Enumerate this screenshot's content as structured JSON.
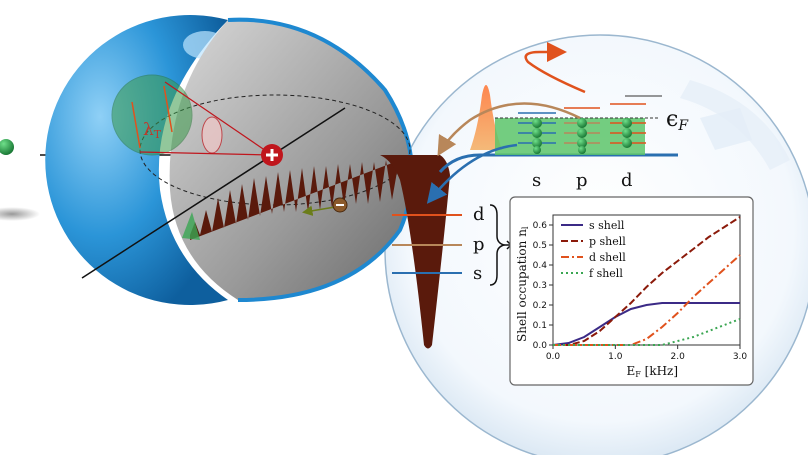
{
  "labels": {
    "lambda": "λ",
    "lambda_sub": "T",
    "fermi": "ϵ",
    "fermi_sub": "F",
    "shell_cols": [
      "s",
      "p",
      "d"
    ],
    "shell_levels": [
      "d",
      "p",
      "s"
    ]
  },
  "colors": {
    "sphere_blue": "#1e88d0",
    "sphere_light": "#7cc4f2",
    "well_brown": "#5a1a0c",
    "green_box": "#5cc46a",
    "orange": "#e0521d",
    "tan": "#b8875a",
    "level_blue": "#2a6fb0",
    "nucleus_red": "#c0161d"
  },
  "chart_data": {
    "type": "line",
    "xlabel": "E",
    "xlabel_sub": "F",
    "xlabel_unit": "[kHz]",
    "ylabel": "Shell occupation n",
    "ylabel_sub": "l",
    "xlim": [
      0,
      3.0
    ],
    "ylim": [
      0,
      0.65
    ],
    "xticks": [
      "0.0",
      "1.0",
      "2.0",
      "3.0"
    ],
    "xtick_values": [
      0,
      1,
      2,
      3
    ],
    "yticks": [
      "0.0",
      "0.1",
      "0.2",
      "0.3",
      "0.4",
      "0.5",
      "0.6"
    ],
    "ytick_values": [
      0,
      0.1,
      0.2,
      0.3,
      0.4,
      0.5,
      0.6
    ],
    "legend_position": "top-left",
    "x": [
      0.0,
      0.25,
      0.5,
      0.75,
      1.0,
      1.25,
      1.5,
      1.75,
      2.0,
      2.25,
      2.5,
      2.75,
      3.0
    ],
    "series": [
      {
        "name": "s shell",
        "color": "#3b2a86",
        "dash": "solid",
        "values": [
          0.0,
          0.01,
          0.04,
          0.09,
          0.14,
          0.18,
          0.2,
          0.21,
          0.21,
          0.21,
          0.21,
          0.21,
          0.21
        ]
      },
      {
        "name": "p shell",
        "color": "#8b1a0a",
        "dash": "dashed",
        "values": [
          0.0,
          0.0,
          0.02,
          0.07,
          0.14,
          0.21,
          0.29,
          0.36,
          0.42,
          0.48,
          0.54,
          0.59,
          0.64
        ]
      },
      {
        "name": "d shell",
        "color": "#e0521d",
        "dash": "dashdot",
        "values": [
          0.0,
          0.0,
          0.0,
          0.0,
          0.0,
          0.0,
          0.03,
          0.09,
          0.16,
          0.24,
          0.31,
          0.38,
          0.45
        ]
      },
      {
        "name": "f shell",
        "color": "#3aa652",
        "dash": "dotted",
        "values": [
          0.0,
          0.0,
          0.0,
          0.0,
          0.0,
          0.0,
          0.0,
          0.0,
          0.02,
          0.04,
          0.07,
          0.1,
          0.13
        ]
      }
    ]
  }
}
